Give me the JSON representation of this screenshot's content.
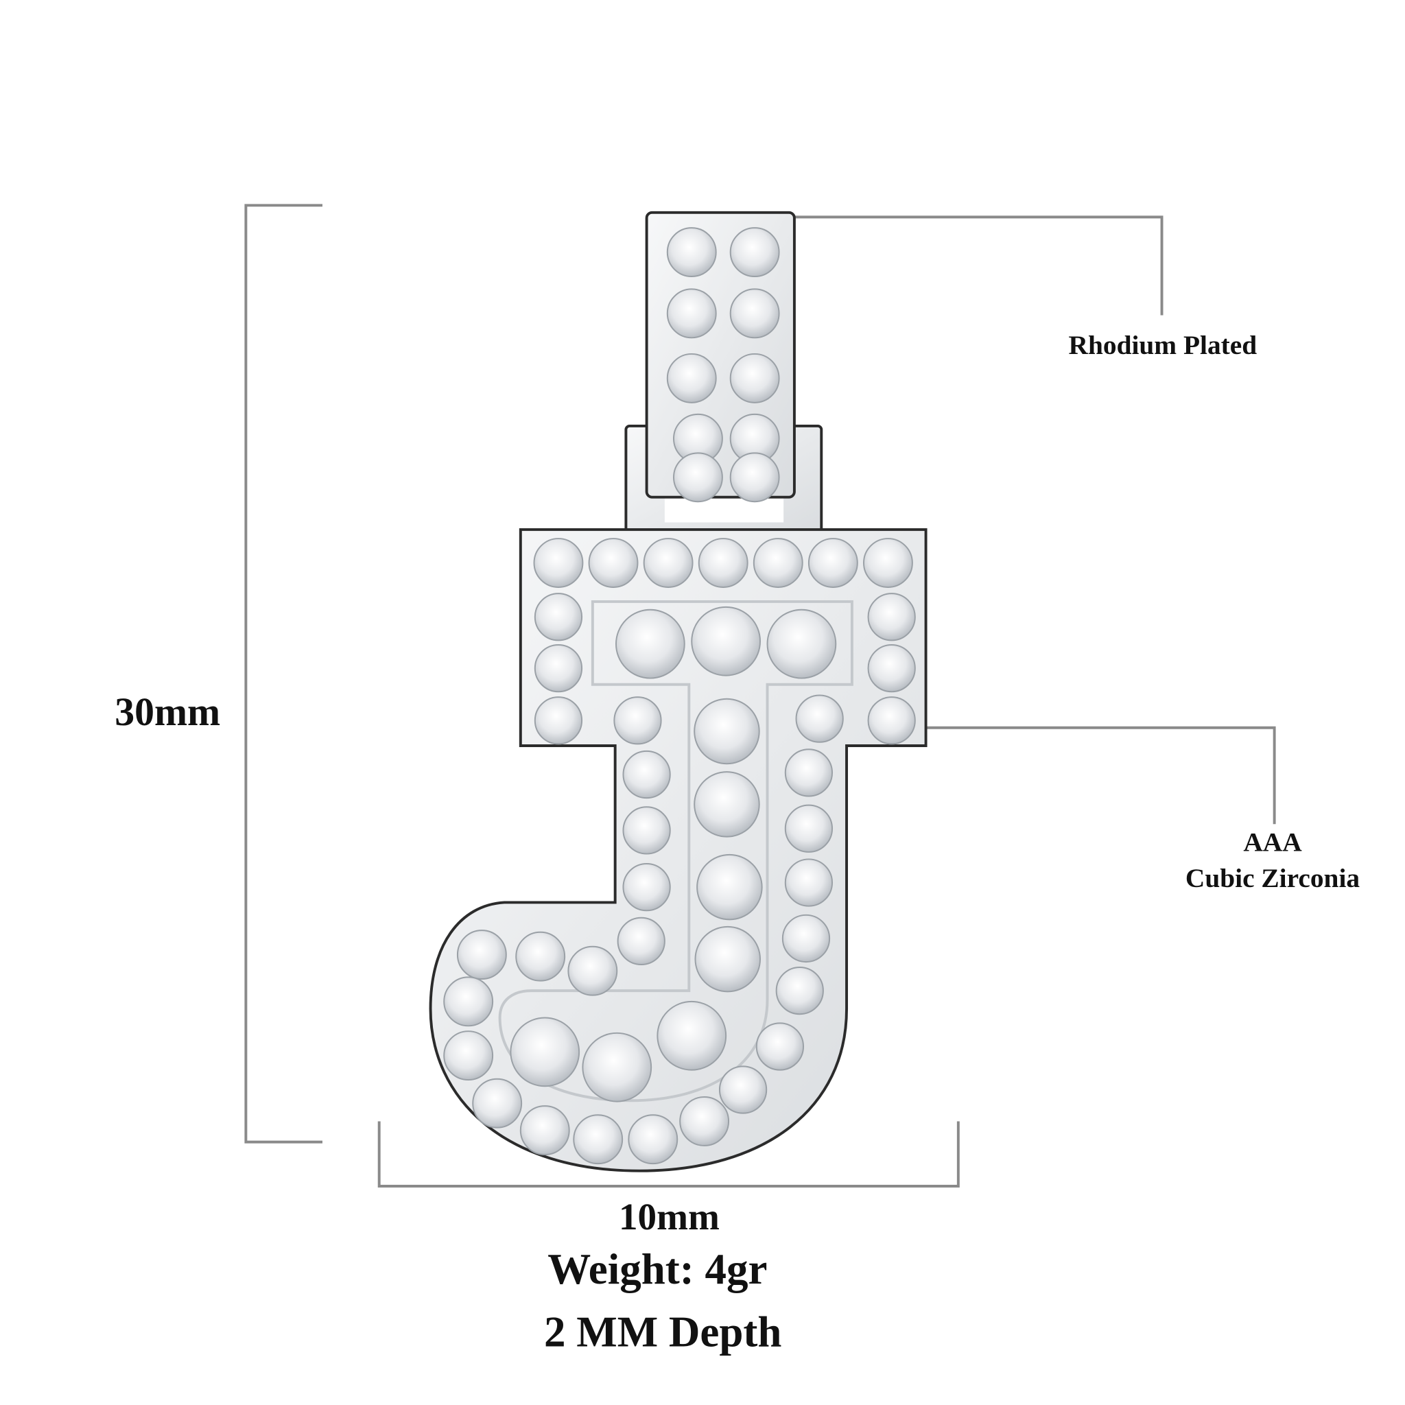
{
  "product": {
    "height_label": "30mm",
    "width_label": "10mm",
    "weight_label": "Weight: 4gr",
    "depth_label": "2 MM Depth"
  },
  "callouts": {
    "plating": "Rhodium Plated",
    "stone_grade": "AAA",
    "stone_type": "Cubic Zirconia"
  },
  "colors": {
    "metal": "#e9ecef",
    "metal_edge": "#2b2b2b",
    "stone": "#f4f5f7",
    "dimension_line": "#8a8a8a",
    "text": "#111111"
  }
}
